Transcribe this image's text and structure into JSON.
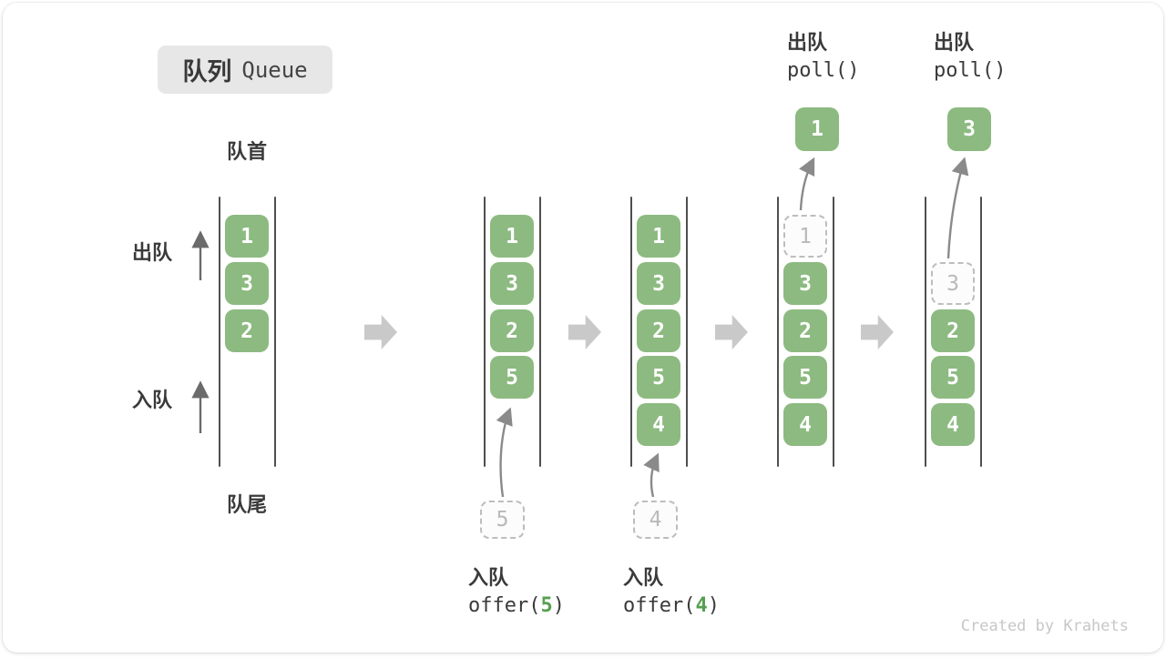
{
  "title": {
    "zh": "队列",
    "en": "Queue"
  },
  "labels": {
    "front": "队首",
    "rear": "队尾",
    "dequeue": "出队",
    "enqueue": "入队",
    "watermark": "Created by Krahets"
  },
  "colors": {
    "box-green": "#8CBA80",
    "code-green": "#54A04E",
    "arrow-gray": "#C9C9C9",
    "ink": "#3A3A3A",
    "ghost": "#BDBDBD",
    "wall": "#4F4F4F"
  },
  "queues": [
    {
      "slots": [
        "1",
        "3",
        "2"
      ]
    },
    {
      "slots": [
        "1",
        "3",
        "2",
        "5"
      ],
      "staging": "5"
    },
    {
      "slots": [
        "1",
        "3",
        "2",
        "5",
        "4"
      ],
      "staging": "4"
    },
    {
      "ghost": "1",
      "slots_after": [
        "3",
        "2",
        "5",
        "4"
      ],
      "popped": "1"
    },
    {
      "ghost": "3",
      "slots_after": [
        "2",
        "5",
        "4"
      ],
      "popped": "3"
    }
  ],
  "ops": {
    "enqueue5": {
      "label": "入队",
      "fn": "offer(",
      "arg": "5",
      "close": ")"
    },
    "enqueue4": {
      "label": "入队",
      "fn": "offer(",
      "arg": "4",
      "close": ")"
    },
    "poll_a": {
      "label": "出队",
      "code": "poll()"
    },
    "poll_b": {
      "label": "出队",
      "code": "poll()"
    }
  }
}
